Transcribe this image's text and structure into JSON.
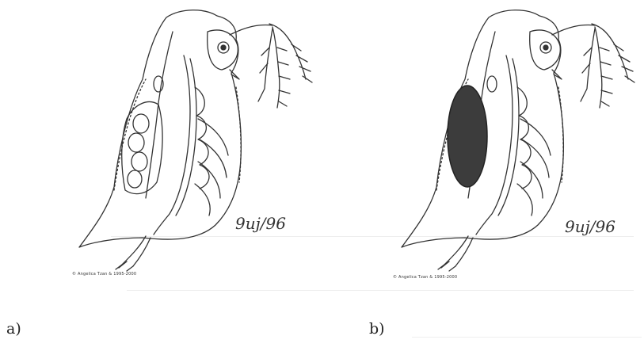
{
  "panels": [
    {
      "id": "a",
      "label": "a)",
      "credit": "© Angelica Tzan & 1995-2000",
      "signature": "9uj/96",
      "egg_mass": "eggs"
    },
    {
      "id": "b",
      "label": "b)",
      "credit": "© Angelica Tzan & 1995-2000",
      "signature": "9uj/96",
      "egg_mass": "dark oval"
    }
  ],
  "colors": {
    "ink": "#333333",
    "egg_dark": "#3c3c3c",
    "background": "#ffffff"
  }
}
